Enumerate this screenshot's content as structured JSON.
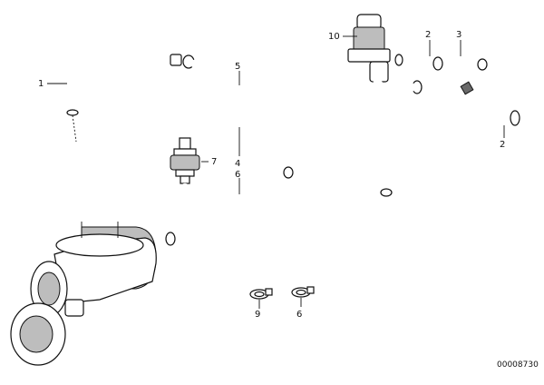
{
  "callouts": {
    "p1": "1",
    "p2a": "2",
    "p2b": "2",
    "p3": "3",
    "p4": "4",
    "p5": "5",
    "p6a": "6",
    "p6b": "6",
    "p7": "7",
    "p9": "9",
    "p10": "10"
  },
  "catalog_number": "00008730"
}
